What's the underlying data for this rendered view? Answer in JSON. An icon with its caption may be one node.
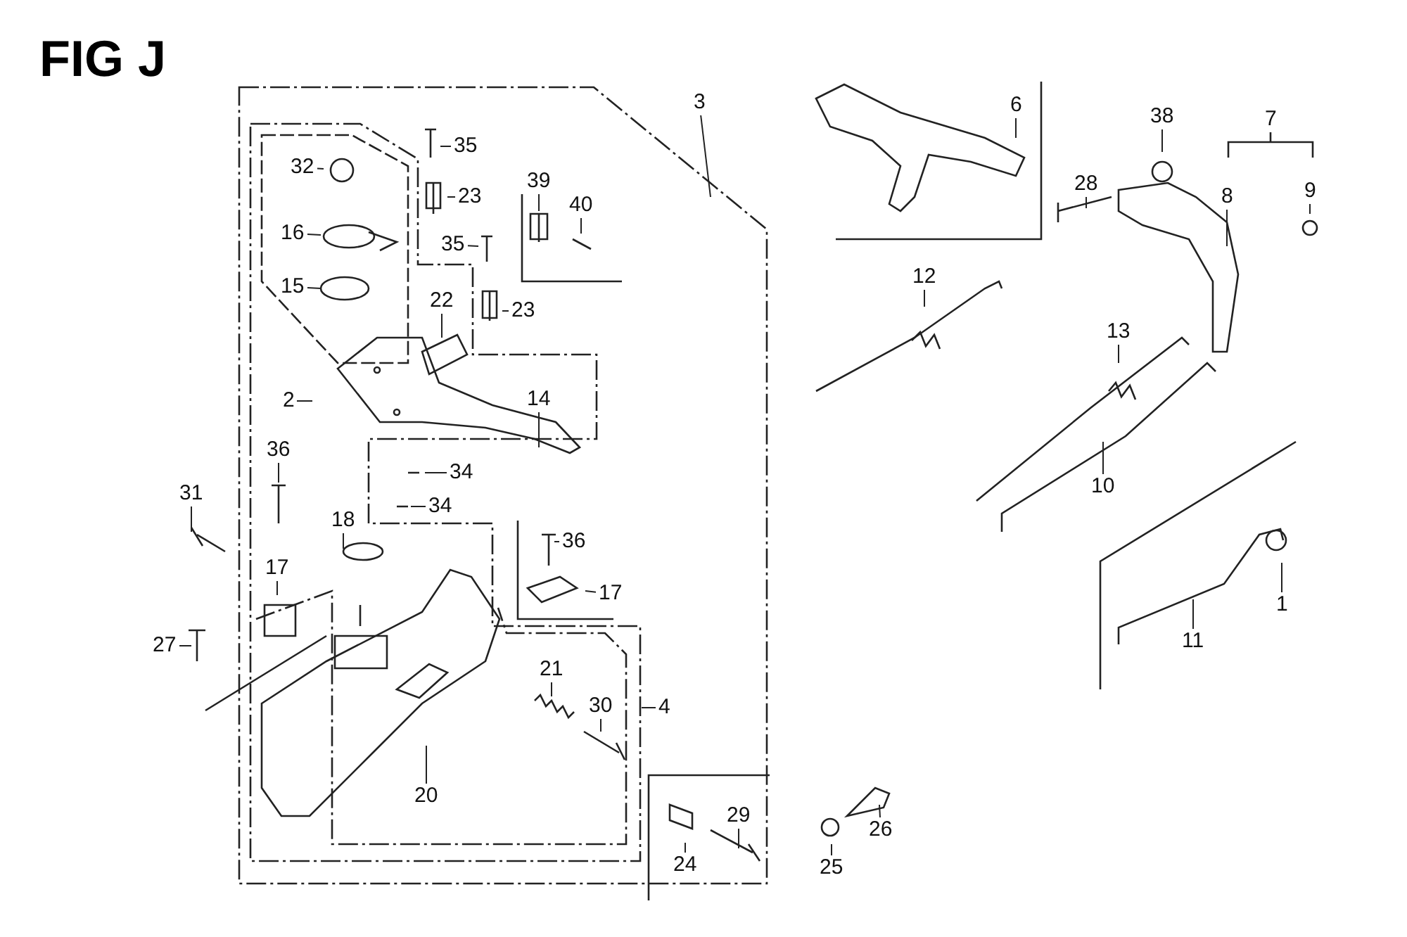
{
  "diagram": {
    "title": "FIG J",
    "nodes": [
      {
        "text": [
          "3"
        ]
      },
      {
        "text": [
          "35"
        ]
      },
      {
        "text": [
          "32"
        ]
      },
      {
        "text": [
          "23"
        ]
      },
      {
        "text": [
          "39"
        ]
      },
      {
        "text": [
          "40"
        ]
      },
      {
        "text": [
          "16"
        ]
      },
      {
        "text": [
          "35"
        ]
      },
      {
        "text": [
          "15"
        ]
      },
      {
        "text": [
          "22"
        ]
      },
      {
        "text": [
          "23"
        ]
      },
      {
        "text": [
          "2"
        ]
      },
      {
        "text": [
          "14"
        ]
      },
      {
        "text": [
          "36"
        ]
      },
      {
        "text": [
          "34"
        ]
      },
      {
        "text": [
          "31"
        ]
      },
      {
        "text": [
          "34"
        ]
      },
      {
        "text": [
          "18"
        ]
      },
      {
        "text": [
          "36"
        ]
      },
      {
        "text": [
          "17"
        ]
      },
      {
        "text": [
          "17"
        ]
      },
      {
        "text": [
          "27"
        ]
      },
      {
        "text": [
          "21"
        ]
      },
      {
        "text": [
          "30"
        ]
      },
      {
        "text": [
          "4"
        ]
      },
      {
        "text": [
          "20"
        ]
      },
      {
        "text": [
          "29"
        ]
      },
      {
        "text": [
          "24"
        ]
      },
      {
        "text": [
          "6"
        ]
      },
      {
        "text": [
          "38"
        ]
      },
      {
        "text": [
          "28"
        ]
      },
      {
        "text": [
          "8"
        ]
      },
      {
        "text": [
          "9"
        ]
      },
      {
        "text": [
          "12"
        ]
      },
      {
        "text": [
          "13"
        ]
      },
      {
        "text": [
          "10"
        ]
      },
      {
        "text": [
          "1"
        ]
      },
      {
        "text": [
          "11"
        ]
      },
      {
        "text": [
          "26"
        ]
      },
      {
        "text": [
          "25"
        ]
      }
    ],
    "edges": [
      {
        "from": 0,
        "to": null,
        "arrow": "none"
      },
      {
        "from": 1,
        "to": null,
        "arrow": "none"
      },
      {
        "from": 2,
        "to": null,
        "arrow": "none"
      },
      {
        "from": 3,
        "to": null,
        "arrow": "none"
      },
      {
        "from": 4,
        "to": null,
        "arrow": "none"
      },
      {
        "from": 5,
        "to": null,
        "arrow": "none"
      },
      {
        "from": 6,
        "to": null,
        "arrow": "none"
      },
      {
        "from": 7,
        "to": null,
        "arrow": "none"
      },
      {
        "from": 8,
        "to": null,
        "arrow": "none"
      },
      {
        "from": 9,
        "to": null,
        "arrow": "none"
      },
      {
        "from": 10,
        "to": null,
        "arrow": "none"
      },
      {
        "from": 11,
        "to": null,
        "arrow": "none"
      },
      {
        "from": 12,
        "to": null,
        "arrow": "none"
      },
      {
        "from": 13,
        "to": null,
        "arrow": "none"
      },
      {
        "from": 14,
        "to": null,
        "arrow": "none"
      },
      {
        "from": 15,
        "to": null,
        "arrow": "none"
      },
      {
        "from": 16,
        "to": null,
        "arrow": "none"
      },
      {
        "from": 17,
        "to": null,
        "arrow": "none"
      },
      {
        "from": 18,
        "to": null,
        "arrow": "none"
      },
      {
        "from": 19,
        "to": null,
        "arrow": "none"
      },
      {
        "from": 20,
        "to": null,
        "arrow": "none"
      },
      {
        "from": 21,
        "to": null,
        "arrow": "none"
      },
      {
        "from": 22,
        "to": null,
        "arrow": "none"
      },
      {
        "from": 23,
        "to": null,
        "arrow": "none"
      },
      {
        "from": 24,
        "to": null,
        "arrow": "none"
      },
      {
        "from": 25,
        "to": null,
        "arrow": "none"
      },
      {
        "from": 26,
        "to": null,
        "arrow": "none"
      },
      {
        "from": 27,
        "to": null,
        "arrow": "none"
      },
      {
        "from": 28,
        "to": null,
        "arrow": "none"
      },
      {
        "from": 29,
        "to": null,
        "arrow": "none"
      },
      {
        "from": 30,
        "to": null,
        "arrow": "none"
      },
      {
        "from": 31,
        "to": null,
        "arrow": "none"
      },
      {
        "from": 32,
        "to": null,
        "arrow": "none"
      },
      {
        "from": 33,
        "to": null,
        "arrow": "none"
      },
      {
        "from": 34,
        "to": null,
        "arrow": "none"
      },
      {
        "from": 35,
        "to": null,
        "arrow": "none"
      },
      {
        "from": 36,
        "to": null,
        "arrow": "none"
      },
      {
        "from": 37,
        "to": null,
        "arrow": "none"
      },
      {
        "from": 38,
        "to": null,
        "arrow": "none"
      },
      {
        "from": 39,
        "to": null,
        "arrow": "none"
      }
    ],
    "labels": [
      "7"
    ]
  }
}
